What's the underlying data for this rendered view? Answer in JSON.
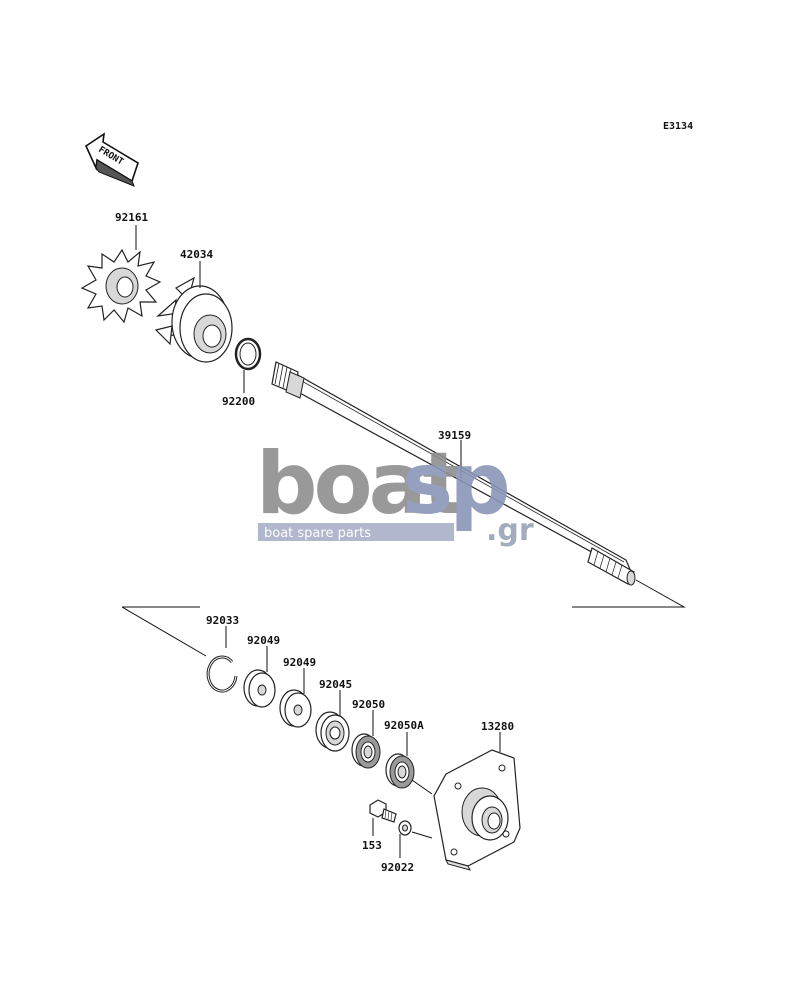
{
  "diagram": {
    "code": "E3134",
    "front_label": "FRONT",
    "parts": [
      {
        "id": "p92161",
        "number": "92161"
      },
      {
        "id": "p42034",
        "number": "42034"
      },
      {
        "id": "p92200",
        "number": "92200"
      },
      {
        "id": "p39159",
        "number": "39159"
      },
      {
        "id": "p92033",
        "number": "92033"
      },
      {
        "id": "p92049a",
        "number": "92049"
      },
      {
        "id": "p92049b",
        "number": "92049"
      },
      {
        "id": "p92045",
        "number": "92045"
      },
      {
        "id": "p92050",
        "number": "92050"
      },
      {
        "id": "p92050A",
        "number": "92050A"
      },
      {
        "id": "p13280",
        "number": "13280"
      },
      {
        "id": "p153",
        "number": "153"
      },
      {
        "id": "p92022",
        "number": "92022"
      }
    ]
  },
  "watermark": {
    "brand_left": "boat",
    "brand_right": "sp",
    "domain": ".gr",
    "tagline": "boat spare parts",
    "colors": {
      "left": "#8e8e8e",
      "right": "#8a96b8",
      "bar": "#a9b0c8"
    }
  }
}
